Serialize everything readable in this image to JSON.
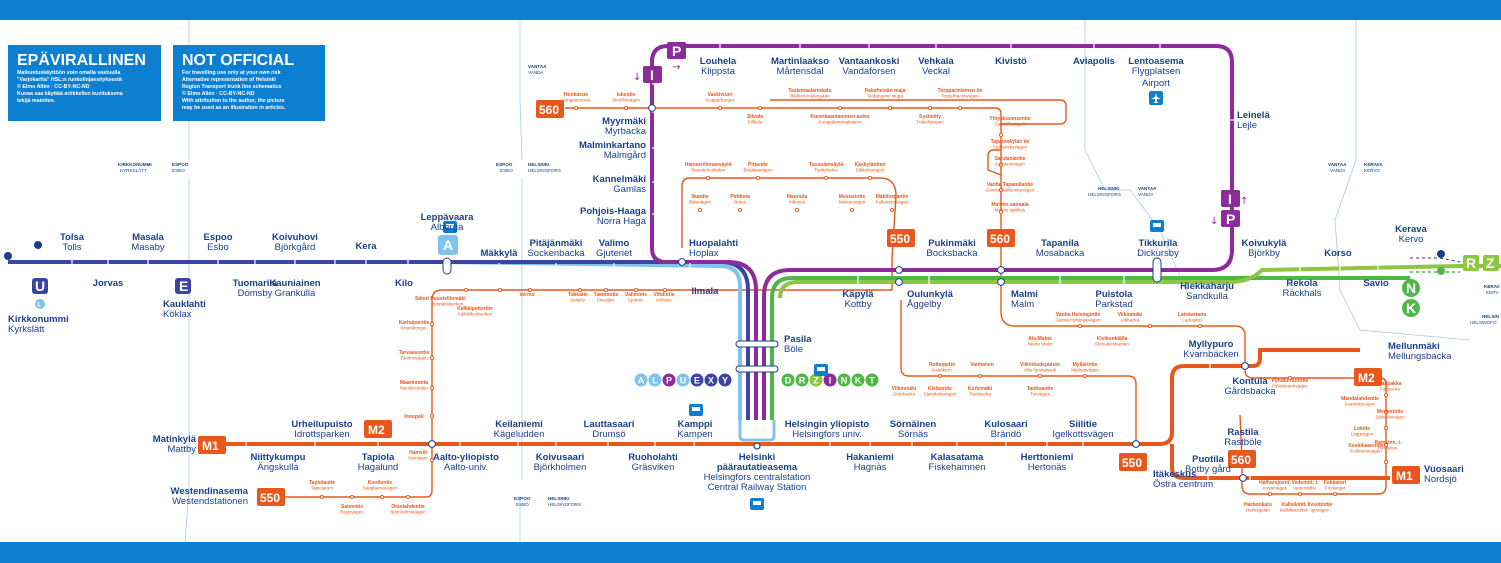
{
  "colors": {
    "band": "#0d7fd1",
    "text": "#1a3f8a",
    "bus": "#e8581c",
    "commuter_light": "#7fc3ec",
    "dark_blue": "#3b44a2",
    "metro_purple": "#8e2b9c",
    "green": "#4fb747",
    "lime": "#8dc63f",
    "mid_blue": "#2a87cc",
    "muni": "#a7c9ea"
  },
  "notices": {
    "fi": {
      "title": "EPÄVIRALLINEN",
      "lines": [
        "Matkustuskäyttöön voin omalla vastuulla",
        "\"Varjokartta\" HSL:n runkolinjaesityksestä",
        "© Elmo Allén · CC-BY-NC-ND",
        "Kuvaa saa käyttää artikkelien kuvituksena",
        "tekijä mainiten."
      ]
    },
    "en": {
      "title": "NOT OFFICIAL",
      "lines": [
        "For travelling use only at your own risk",
        "Alternative representation of Helsinki",
        "Region Transport trunk line schematics",
        "© Elmo Allén · CC-BY-NC-ND",
        "With attribution to the author, the picture",
        "may be used as an illustration in articles."
      ]
    }
  },
  "boundaries": [
    {
      "a": "KIRKKONUMMI",
      "b": "KYRKSLÄTT"
    },
    {
      "a": "ESPOO",
      "b": "ESBO"
    },
    {
      "a": "ESPOO",
      "b": "ESBO"
    },
    {
      "a": "HELSINKI",
      "b": "HELSINGFORS"
    },
    {
      "a": "VANTAA",
      "b": "VANDA"
    },
    {
      "a": "HELSINKI",
      "b": "HELSINGFORS"
    },
    {
      "a": "VANTAA",
      "b": "VANDA"
    },
    {
      "a": "VANTAA",
      "b": "VANDA"
    },
    {
      "a": "KERAVA",
      "b": "KERVO"
    },
    {
      "a": "ESPOO",
      "b": "ESBO"
    },
    {
      "a": "HELSINKI",
      "b": "HELSINGFORS"
    },
    {
      "a": "KERAV",
      "b": "KERV"
    },
    {
      "a": "HELSIN",
      "b": "HELSINGFO"
    }
  ],
  "stations": [
    {
      "name": "Tolsa",
      "sw": "Tolls"
    },
    {
      "name": "Masala",
      "sw": "Masaby"
    },
    {
      "name": "Espoo",
      "sw": "Esbo"
    },
    {
      "name": "Koivuhovi",
      "sw": "Björkgård"
    },
    {
      "name": "Kera",
      "sw": ""
    },
    {
      "name": "Jorvas",
      "sw": ""
    },
    {
      "name": "Tuomarila",
      "sw": "Domsby"
    },
    {
      "name": "Kauniainen",
      "sw": "Grankulla"
    },
    {
      "name": "Kilo",
      "sw": ""
    },
    {
      "name": "Kirkkonummi",
      "sw": "Kyrkslätt"
    },
    {
      "name": "Kauklahti",
      "sw": "Köklax"
    },
    {
      "name": "Leppävaara",
      "sw": "Alberga"
    },
    {
      "name": "Mäkkylä",
      "sw": ""
    },
    {
      "name": "Pitäjänmäki",
      "sw": "Sockenbacka"
    },
    {
      "name": "Valimo",
      "sw": "Gjuteriet"
    },
    {
      "name": "Huopalahti",
      "sw": "Hoplax"
    },
    {
      "name": "Ilmala",
      "sw": ""
    },
    {
      "name": "Pasila",
      "sw": "Böle"
    },
    {
      "name": "Käpylä",
      "sw": "Kottby"
    },
    {
      "name": "Oulunkylä",
      "sw": "Åggelby"
    },
    {
      "name": "Pukinmäki",
      "sw": "Bocksbacka"
    },
    {
      "name": "Malmi",
      "sw": "Malm"
    },
    {
      "name": "Tapanila",
      "sw": "Mosabacka"
    },
    {
      "name": "Puistola",
      "sw": "Parkstad"
    },
    {
      "name": "Tikkurila",
      "sw": "Dickursby"
    },
    {
      "name": "Hiekkaharju",
      "sw": "Sandkulla"
    },
    {
      "name": "Koivukylä",
      "sw": "Björkby"
    },
    {
      "name": "Rekola",
      "sw": "Räckhals"
    },
    {
      "name": "Korso",
      "sw": ""
    },
    {
      "name": "Savio",
      "sw": ""
    },
    {
      "name": "Kerava",
      "sw": "Kervo"
    },
    {
      "name": "Louhela",
      "sw": "Klippsta"
    },
    {
      "name": "Martinlaakso",
      "sw": "Mårtensdal"
    },
    {
      "name": "Vantaankoski",
      "sw": "Vandaforsen"
    },
    {
      "name": "Vehkala",
      "sw": "Veckal"
    },
    {
      "name": "Kivistö",
      "sw": ""
    },
    {
      "name": "Aviapolis",
      "sw": ""
    },
    {
      "name": "Lentoasema",
      "sw": "Flygplatsen"
    },
    {
      "name": "",
      "sw": "Airport"
    },
    {
      "name": "Leinelä",
      "sw": "Lejle"
    },
    {
      "name": "Myyrmäki",
      "sw": "Myrbacka"
    },
    {
      "name": "Malminkartano",
      "sw": "Malmgård"
    },
    {
      "name": "Kannelmäki",
      "sw": "Gamlas"
    },
    {
      "name": "Pohjois-Haaga",
      "sw": "Norra Haga"
    },
    {
      "name": "Matinkylä",
      "sw": "Mattby"
    },
    {
      "name": "Niittykumpu",
      "sw": "Ängskulla"
    },
    {
      "name": "Urheilupuisto",
      "sw": "Idrottsparken"
    },
    {
      "name": "Tapiola",
      "sw": "Hagalund"
    },
    {
      "name": "Aalto-yliopisto",
      "sw": "Aalto-univ."
    },
    {
      "name": "Keilaniemi",
      "sw": "Kägeludden"
    },
    {
      "name": "Koivusaari",
      "sw": "Björkholmen"
    },
    {
      "name": "Lauttasaari",
      "sw": "Drumsö"
    },
    {
      "name": "Ruoholahti",
      "sw": "Gräsviken"
    },
    {
      "name": "Kamppi",
      "sw": "Kampen"
    },
    {
      "name": "Helsinki",
      "sw": ""
    },
    {
      "name": "päärautatieasema",
      "sw": "Helsingfors centralstation"
    },
    {
      "name": "",
      "sw": "Central Railway Station"
    },
    {
      "name": "Helsingin yliopisto",
      "sw": "Helsingfors univ."
    },
    {
      "name": "Hakaniemi",
      "sw": "Hagnäs"
    },
    {
      "name": "Sörnäinen",
      "sw": "Sörnäs"
    },
    {
      "name": "Kalasatama",
      "sw": "Fiskehamnen"
    },
    {
      "name": "Kulosaari",
      "sw": "Brändö"
    },
    {
      "name": "Herttoniemi",
      "sw": "Hertonäs"
    },
    {
      "name": "Siilitie",
      "sw": "Igelkottsvägen"
    },
    {
      "name": "Itäkeskus",
      "sw": "Östra centrum"
    },
    {
      "name": "Myllypuro",
      "sw": "Kvarnbäcken"
    },
    {
      "name": "Kontula",
      "sw": "Gårdsbacka"
    },
    {
      "name": "Mellunmäki",
      "sw": "Mellungsbacka"
    },
    {
      "name": "Rastila",
      "sw": "Rastböle"
    },
    {
      "name": "Puotila",
      "sw": "Botby gård"
    },
    {
      "name": "Vuosaari",
      "sw": "Nordsjö"
    },
    {
      "name": "Westendinasema",
      "sw": "Westendstationen"
    }
  ],
  "bus_stops": [
    {
      "name": "Honkasuo",
      "sw": "Hongasmossa"
    },
    {
      "name": "Iskostie",
      "sw": "Stenflotvägen"
    },
    {
      "name": "Vaskivuori",
      "sw": "Kopparberget"
    },
    {
      "name": "Silvola",
      "sw": "Sillböle"
    },
    {
      "name": "Tasiemaalarinkatu",
      "sw": "Blidkorsmålargatan"
    },
    {
      "name": "Kuninkaantammen aukio",
      "sw": "Kungsdammsplatsen"
    },
    {
      "name": "Pakoheinän maja",
      "sw": "Sedängens stuga"
    },
    {
      "name": "Sysimiity",
      "sw": "Träkolsängen"
    },
    {
      "name": "Torppariniemen tie",
      "sw": "Torparbacksvägen"
    },
    {
      "name": "Yhtyskuomsentie",
      "sw": "Samfällsvägen"
    },
    {
      "name": "Tapaninkylän tie",
      "sw": "Staffansbyvägen"
    },
    {
      "name": "Sandaniantie",
      "sw": "Sandersvägen"
    },
    {
      "name": "Vanha Tapaniilantie",
      "sw": "Gamla Staffansbyvägen"
    },
    {
      "name": "Malmin sairaala",
      "sw": "Malms sjukhus"
    },
    {
      "name": "Hämeenlinnanväylä",
      "sw": "Tavastehusleden"
    },
    {
      "name": "Pirjontie",
      "sw": "Birgittasvägen"
    },
    {
      "name": "Tuusulanväylä",
      "sw": "Tusbyleden"
    },
    {
      "name": "Käskyläntien",
      "sw": "Silbbölevägen"
    },
    {
      "name": "Ilkantie",
      "sw": "Ilkkavägen"
    },
    {
      "name": "Pirkkola",
      "sw": "Britas"
    },
    {
      "name": "Maunula",
      "sw": "Månsas"
    },
    {
      "name": "Mestarintie",
      "sw": "Mästarvägen"
    },
    {
      "name": "Mäkitorpantie",
      "sw": "Kullatorpsvägen"
    },
    {
      "name": "Puustellinmäki",
      "sw": "Boställsbacken"
    },
    {
      "name": "Kalkkipetteritie",
      "sw": "Kalkkilkerbacken"
    },
    {
      "name": "Vermo",
      "sw": ""
    },
    {
      "name": "Takkatie",
      "sw": "Spiselv."
    },
    {
      "name": "Takomotie",
      "sw": "Smedjev."
    },
    {
      "name": "Valimotie",
      "sw": "Gjuteriv."
    },
    {
      "name": "Vihdintie",
      "sw": "Vichtisv."
    },
    {
      "name": "Säteri",
      "sw": ""
    },
    {
      "name": "Karhujoentie",
      "sw": "Kronoborgsv."
    },
    {
      "name": "Tarvaasontie",
      "sw": "Tonnnovägen"
    },
    {
      "name": "Maarinranta",
      "sw": "Mansbranden"
    },
    {
      "name": "Innopoli",
      "sw": ""
    },
    {
      "name": "Hamsili",
      "sw": "Kemisten"
    },
    {
      "name": "Tapiolantie",
      "sw": "Tapiolatorn"
    },
    {
      "name": "Koniluntie",
      "sw": "Sangbarnavägen"
    },
    {
      "name": "Sateentie",
      "sw": "Regnvägen"
    },
    {
      "name": "Otsolahdentie",
      "sw": "Björnholmsvägen"
    },
    {
      "name": "Vanha Helsingintie",
      "sw": "Gamla Helsingevägen"
    },
    {
      "name": "Ala-Malmi",
      "sw": "Nedre Malm"
    },
    {
      "name": "Kivikonkiälla",
      "sw": "Stensblevkanten"
    },
    {
      "name": "Viikinmäki",
      "sw": "Vikbacka"
    },
    {
      "name": "Latokartano",
      "sw": "Ladugård"
    },
    {
      "name": "Roihupelto",
      "sw": "Kasåkern"
    },
    {
      "name": "Vanhanen",
      "sw": ""
    },
    {
      "name": "Viikintiedepuisto",
      "sw": "Viks forskarpark"
    },
    {
      "name": "Myllärintie",
      "sw": "Mjölnarvägen"
    },
    {
      "name": "Viikinmäki",
      "sw": "Gränbacka"
    },
    {
      "name": "Kivikontie",
      "sw": "Stensbölevägen"
    },
    {
      "name": "Kurkimäki",
      "sw": "Tranbacka"
    },
    {
      "name": "Tanhuantie",
      "sw": "Tunvägen"
    },
    {
      "name": "Pyhätunturintie",
      "sw": "Pyhätunturivägen"
    },
    {
      "name": "Fallpakka",
      "sw": "Fallbacka"
    },
    {
      "name": "Mandalahdentie",
      "sw": "Svartviksvägen"
    },
    {
      "name": "Meriketotie",
      "sw": "Sjökortsvägen"
    },
    {
      "name": "Lokitie",
      "sw": "Loggvägen"
    },
    {
      "name": "Keskikaarentie",
      "sw": "Krolinensvägen"
    },
    {
      "name": "Ramsinn. t.",
      "sw": "Ramsöuv."
    },
    {
      "name": "Halharsjoent.",
      "sw": "Kvyarvägen"
    },
    {
      "name": "Vedenott. t.",
      "sw": "Vattentätkv."
    },
    {
      "name": "Fokkatori",
      "sw": "Fockerget"
    },
    {
      "name": "Harbonkatu",
      "sw": "Harbogatan"
    },
    {
      "name": "Kallvikinti.",
      "sw": "Kallviksuddsn"
    },
    {
      "name": "Ilvsobintie",
      "sw": "Igovägen"
    }
  ],
  "line_labels": {
    "A": "A",
    "E": "E",
    "U": "U",
    "I": "I",
    "P": "P",
    "N": "N",
    "K": "K",
    "R": "R",
    "Z": "Z",
    "L": "L",
    "T": "T",
    "X": "X",
    "M2": "M2",
    "M1": "M1",
    "b550": "550",
    "b560": "560",
    "west_group": [
      "A",
      "L",
      "P",
      "U",
      "E",
      "X",
      "Y"
    ],
    "east_group": [
      "D",
      "R",
      "Z",
      "I",
      "N",
      "K",
      "T"
    ]
  },
  "icon_names": [
    "bus-icon",
    "airport-icon",
    "train-transfer-icon",
    "arrow-icon",
    "train-icon"
  ]
}
